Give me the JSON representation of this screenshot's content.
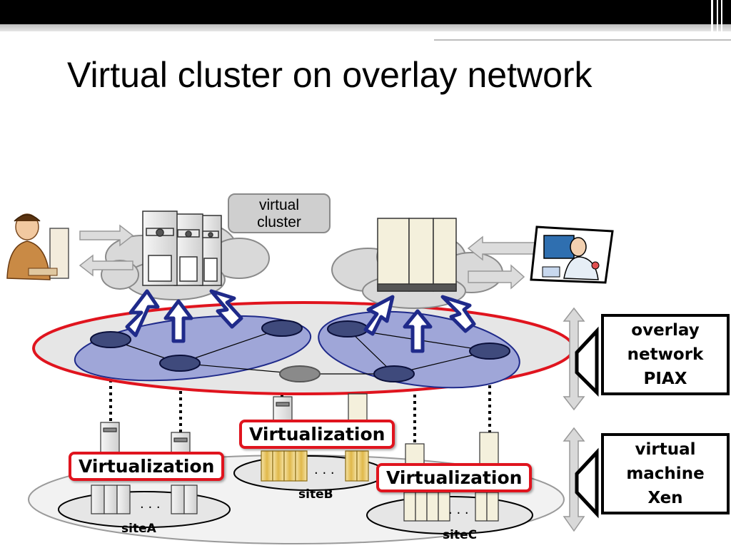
{
  "slide": {
    "title": "Virtual cluster on overlay network"
  },
  "callouts": {
    "virtual_cluster": [
      "virtual",
      "cluster"
    ]
  },
  "side_labels": {
    "overlay": [
      "overlay",
      "network",
      "PIAX"
    ],
    "vm": [
      "virtual",
      "machine",
      "Xen"
    ]
  },
  "virtualization_label": "Virtualization",
  "sites": {
    "a": "siteA",
    "b": "siteB",
    "c": "siteC"
  },
  "dots": ". . .",
  "colors": {
    "accent_red": "#e0141e",
    "overlay_fill": "#e6e6e6",
    "node_blue": "#3f4a7c",
    "group_fill": "#9fa6d8",
    "arrow_blue": "#1f2a8a"
  }
}
